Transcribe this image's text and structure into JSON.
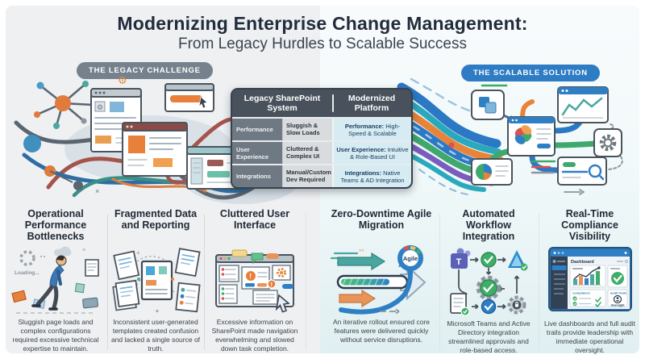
{
  "header": {
    "title": "Modernizing Enterprise Change Management:",
    "subtitle": "From Legacy Hurdles to Scalable Success"
  },
  "legacy": {
    "badge": "THE LEGACY CHALLENGE",
    "columns": [
      {
        "title": "Operational Performance Bottlenecks",
        "description": "Sluggish page loads and complex configurations required excessive technical expertise to maintain."
      },
      {
        "title": "Fragmented Data and Reporting",
        "description": "Inconsistent user-generated templates created confusion and lacked a single source of truth."
      },
      {
        "title": "Cluttered User Interface",
        "description": "Excessive information on SharePoint made navigation everwhelming and slowed down task completion."
      }
    ]
  },
  "solution": {
    "badge": "THE SCALABLE SOLUTION",
    "columns": [
      {
        "title": "Zero-Downtime Agile Migration",
        "description": "An iterative rollout ensured core features were delivered quickly without service disruptions."
      },
      {
        "title": "Automated Workflow Integration",
        "description": "Microsoft Teams and Active Directory integration streamlined approvals and role-based access."
      },
      {
        "title": "Real-Time Compliance Visibility",
        "description": "Live dashboards and full audit trails provide leadership with immediate operational oversight."
      }
    ]
  },
  "comparison_table": {
    "legacy_header": "Legacy SharePoint System",
    "modern_header": "Modernized Platform",
    "rows": [
      {
        "label": "Performance",
        "legacy": "Sluggish & Slow Loads",
        "modern_title": "Performance:",
        "modern_detail": " High-Speed & Scalable"
      },
      {
        "label": "User Experience",
        "legacy": "Cluttered & Complex UI",
        "modern_title": "User Experience:",
        "modern_detail": " Intuitive & Role-Based UI"
      },
      {
        "label": "Integrations",
        "legacy": "Manual/Custom Dev Required",
        "modern_title": "Integrations:",
        "modern_detail": " Native Teams & AD Integration"
      }
    ]
  },
  "illustration_labels": {
    "loading": "Loading...",
    "agile": "Agile",
    "dashboard_title": "Dashboard",
    "compliance": "compliance",
    "audit_trails": "audit trails",
    "oversight": "Oversight"
  },
  "colors": {
    "accent_blue": "#2f7fc4",
    "badge_gray": "#75818c",
    "badge_blue": "#2e7cc3",
    "table_header_bg": "#49525c",
    "modern_cell_bg": "#d6ecf2",
    "legacy_panel_bg": "#eef0f2",
    "solution_panel_bg": "#e0eff1",
    "ribbon_orange": "#e8843a",
    "ribbon_green": "#3fa86d",
    "ribbon_purple": "#7a5cbf",
    "ribbon_teal": "#2aa9bd"
  }
}
